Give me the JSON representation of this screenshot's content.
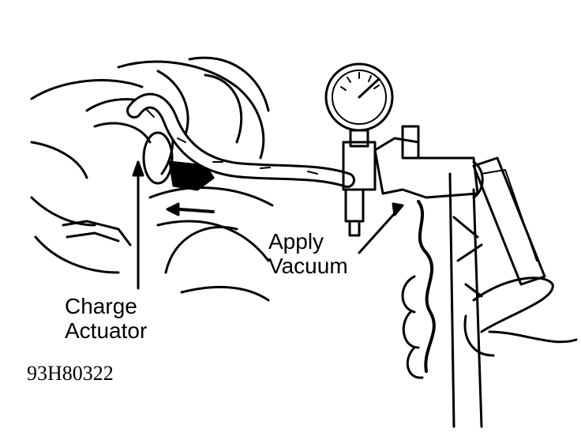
{
  "labels": {
    "apply_vacuum": {
      "line1": "Apply",
      "line2": "Vacuum"
    },
    "charge_actuator": {
      "line1": "Charge",
      "line2": "Actuator"
    }
  },
  "figure_id": "93H80322",
  "colors": {
    "ink": "#000000",
    "paper": "#ffffff"
  }
}
